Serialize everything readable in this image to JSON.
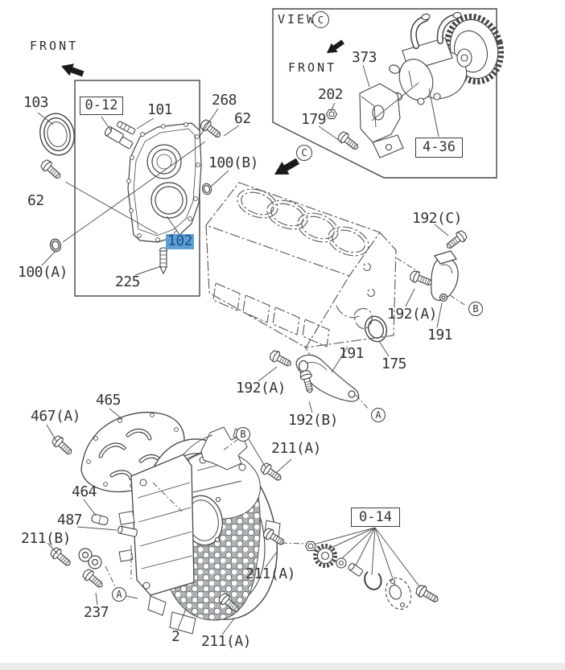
{
  "diagram": {
    "line_color": "#444444",
    "highlight": {
      "bg": "#5b9fd6",
      "text": "#1e4e7d"
    },
    "view_header": {
      "label": "VIEW",
      "letter": "C"
    },
    "orientation_labels": [
      {
        "id": "front-main",
        "text": "FRONT"
      },
      {
        "id": "front-view-inset",
        "text": "FRONT"
      }
    ],
    "boxed_refs": [
      {
        "id": "ref-0-12",
        "text": "0-12"
      },
      {
        "id": "ref-4-36",
        "text": "4-36"
      },
      {
        "id": "ref-0-14",
        "text": "0-14"
      }
    ],
    "circled_letters": [
      {
        "id": "view-letter",
        "letter": "C"
      },
      {
        "id": "under-inset",
        "letter": "C"
      },
      {
        "id": "right-bracket",
        "letter": "B"
      },
      {
        "id": "mid-bracket",
        "letter": "A"
      },
      {
        "id": "housing-top",
        "letter": "B"
      },
      {
        "id": "housing-left",
        "letter": "A"
      }
    ],
    "part_labels": [
      {
        "text": "103"
      },
      {
        "text": "101"
      },
      {
        "text": "268"
      },
      {
        "text": "62"
      },
      {
        "text": "100(B)"
      },
      {
        "text": "62"
      },
      {
        "text": "100(A)"
      },
      {
        "text": "102",
        "highlighted": true
      },
      {
        "text": "225"
      },
      {
        "text": "373"
      },
      {
        "text": "202"
      },
      {
        "text": "179"
      },
      {
        "text": "192(C)"
      },
      {
        "text": "192(A)"
      },
      {
        "text": "191"
      },
      {
        "text": "175"
      },
      {
        "text": "191"
      },
      {
        "text": "192(A)"
      },
      {
        "text": "192(B)"
      },
      {
        "text": "465"
      },
      {
        "text": "467(A)"
      },
      {
        "text": "464"
      },
      {
        "text": "487"
      },
      {
        "text": "211(B)"
      },
      {
        "text": "211(A)"
      },
      {
        "text": "211(A)"
      },
      {
        "text": "237"
      },
      {
        "text": "2"
      },
      {
        "text": "211(A)"
      }
    ]
  },
  "footer": {
    "bar_color": "#ececec"
  }
}
